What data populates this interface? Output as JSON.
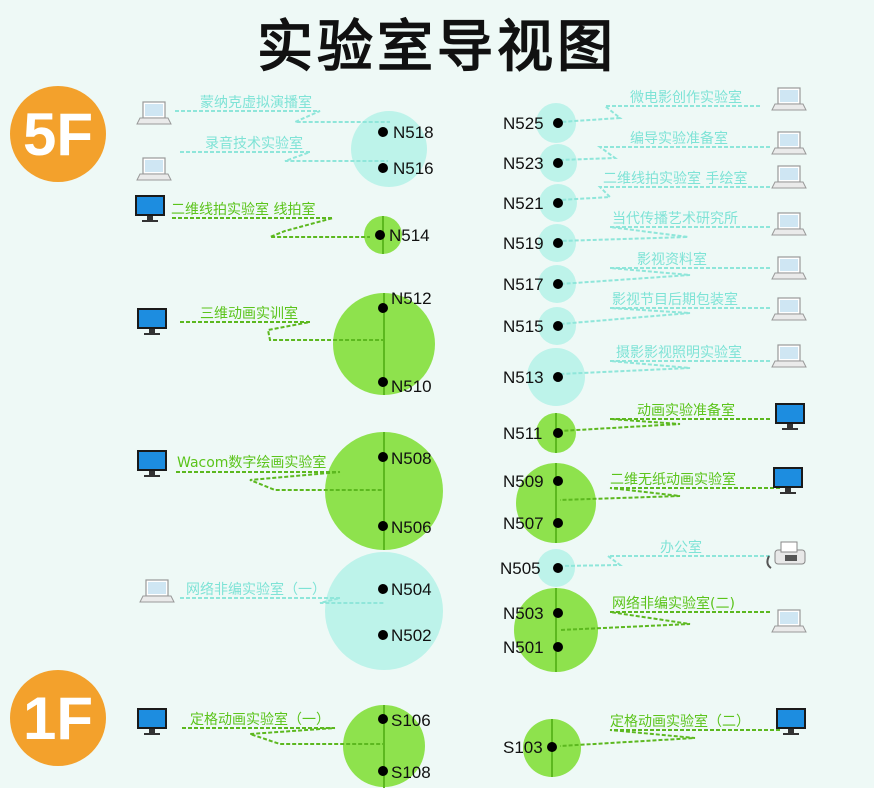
{
  "title": "实验室导视图",
  "floors": {
    "f5": "5F",
    "f1": "1F"
  },
  "rooms": {
    "N518": "N518",
    "N516": "N516",
    "N514": "N514",
    "N512": "N512",
    "N510": "N510",
    "N508": "N508",
    "N506": "N506",
    "N504": "N504",
    "N502": "N502",
    "N525": "N525",
    "N523": "N523",
    "N521": "N521",
    "N519": "N519",
    "N517": "N517",
    "N515": "N515",
    "N513": "N513",
    "N511": "N511",
    "N509": "N509",
    "N507": "N507",
    "N505": "N505",
    "N503": "N503",
    "N501": "N501",
    "S106": "S106",
    "S108": "S108",
    "S103": "S103"
  },
  "labels": {
    "meng_na": "蒙纳克虚拟演播室",
    "lu_yin": "录音技术实验室",
    "er_wei_xian_pai": "二维线拍实验室 线拍室",
    "san_wei": "三维动画实训室",
    "wacom": "Wacom数字绘画实验室",
    "wang_luo_1": "网络非编实验室（一）",
    "wei_dian_ying": "微电影创作实验室",
    "bian_dao": "编导实验准备室",
    "er_wei_shou_hui": "二维线拍实验室 手绘室",
    "dang_dai": "当代传播艺术研究所",
    "ying_shi_zi_liao": "影视资料室",
    "ying_shi_bao_zhuang": "影视节目后期包装室",
    "she_ying": "摄影影视照明实验室",
    "dong_hua_zhun_bei": "动画实验准备室",
    "er_wei_wu_zhi": "二维无纸动画实验室",
    "ban_gong": "办公室",
    "wang_luo_2": "网络非编实验室(二)",
    "ding_ge_1": "定格动画实验室（一）",
    "ding_ge_2": "定格动画实验室（二）"
  },
  "colors": {
    "cyan": "#bdf3ea",
    "green": "#8ee24d",
    "divider": "#5cb81f",
    "orange": "#f3a12c"
  }
}
